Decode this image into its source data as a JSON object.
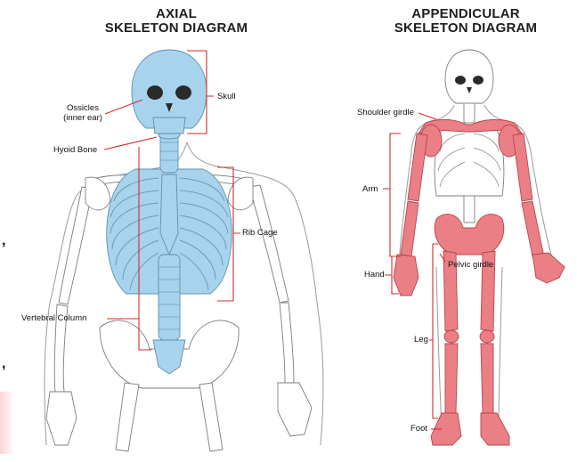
{
  "axial": {
    "title_line1": "AXIAL",
    "title_line2": "SKELETON DIAGRAM",
    "labels": {
      "ossicles_line1": "Ossicles",
      "ossicles_line2": "(inner ear)",
      "skull": "Skull",
      "hyoid": "Hyoid Bone",
      "rib_cage": "Rib Cage",
      "vertebral": "Vertebral Column"
    }
  },
  "appendicular": {
    "title_line1": "APPENDICULAR",
    "title_line2": "SKELETON DIAGRAM",
    "labels": {
      "shoulder": "Shoulder girdle",
      "arm": "Arm",
      "hand": "Hand",
      "pelvic": "Pelvic girdle",
      "leg": "Leg",
      "foot": "Foot"
    }
  },
  "stray_marks": [
    ",",
    ","
  ],
  "colors": {
    "axial_highlight": "#a8d3ec",
    "appendicular_highlight": "#ea7f86",
    "leader_line": "#d62b2b"
  }
}
